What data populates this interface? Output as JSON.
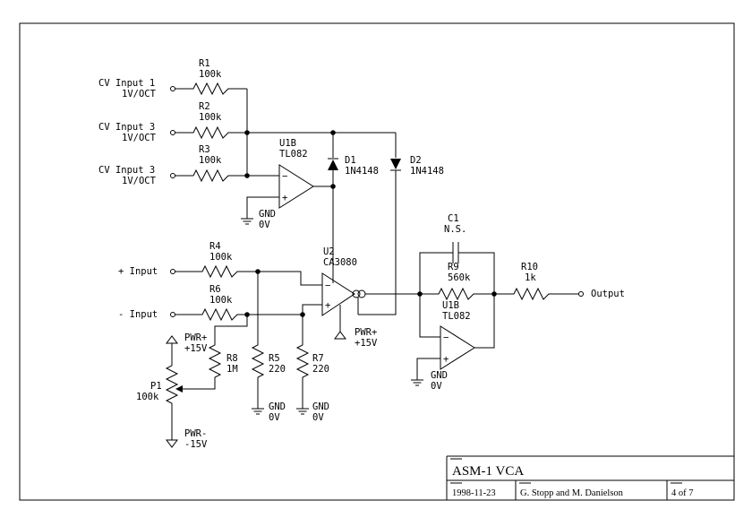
{
  "inputs": {
    "cv1": {
      "label": "CV Input 1",
      "sub": "1V/OCT"
    },
    "cv2": {
      "label": "CV Input 3",
      "sub": "1V/OCT"
    },
    "cv3": {
      "label": "CV Input 3",
      "sub": "1V/OCT"
    },
    "plus": {
      "label": "+ Input"
    },
    "minus": {
      "label": "- Input"
    },
    "output": {
      "label": "Output"
    }
  },
  "components": {
    "r1": {
      "ref": "R1",
      "value": "100k"
    },
    "r2": {
      "ref": "R2",
      "value": "100k"
    },
    "r3": {
      "ref": "R3",
      "value": "100k"
    },
    "r4": {
      "ref": "R4",
      "value": "100k"
    },
    "r5": {
      "ref": "R5",
      "value": "220"
    },
    "r6": {
      "ref": "R6",
      "value": "100k"
    },
    "r7": {
      "ref": "R7",
      "value": "220"
    },
    "r8": {
      "ref": "R8",
      "value": "1M"
    },
    "r9": {
      "ref": "R9",
      "value": "560k"
    },
    "r10": {
      "ref": "R10",
      "value": "1k"
    },
    "c1": {
      "ref": "C1",
      "value": "N.S."
    },
    "d1": {
      "ref": "D1",
      "value": "1N4148"
    },
    "d2": {
      "ref": "D2",
      "value": "1N4148"
    },
    "u1b_top": {
      "ref": "U1B",
      "value": "TL082"
    },
    "u1b_out": {
      "ref": "U1B",
      "value": "TL082"
    },
    "u2": {
      "ref": "U2",
      "value": "CA3080"
    },
    "p1": {
      "ref": "P1",
      "value": "100k"
    }
  },
  "power": {
    "gnd_top": {
      "label": "GND",
      "value": "0V"
    },
    "gnd_r5": {
      "label": "GND",
      "value": "0V"
    },
    "gnd_r7": {
      "label": "GND",
      "value": "0V"
    },
    "gnd_out": {
      "label": "GND",
      "value": "0V"
    },
    "pwr_p1_plus": {
      "label": "PWR+",
      "value": "+15V"
    },
    "pwr_p1_minus": {
      "label": "PWR-",
      "value": "-15V"
    },
    "pwr_u2": {
      "label": "PWR+",
      "value": "+15V"
    }
  },
  "opamp_signs": {
    "minus": "−",
    "plus": "+"
  },
  "title_block": {
    "title": "ASM-1 VCA",
    "date": "1998-11-23",
    "authors": "G. Stopp and M. Danielson",
    "page": "4 of 7"
  }
}
